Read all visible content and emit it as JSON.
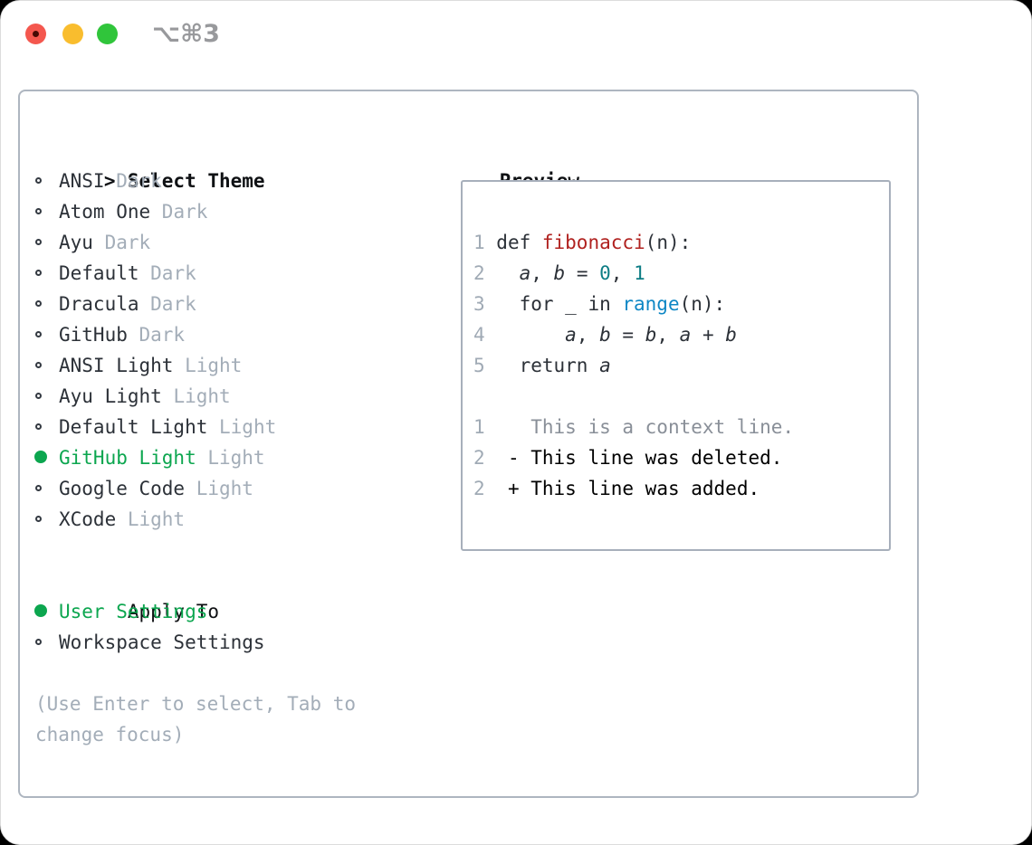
{
  "titlebar": {
    "shortcut": "⌥⌘3"
  },
  "theme_list": {
    "prompt": ">",
    "header": "Select Theme",
    "items": [
      {
        "name": "ANSI",
        "variant": "Dark",
        "selected": false
      },
      {
        "name": "Atom One",
        "variant": "Dark",
        "selected": false
      },
      {
        "name": "Ayu",
        "variant": "Dark",
        "selected": false
      },
      {
        "name": "Default",
        "variant": "Dark",
        "selected": false
      },
      {
        "name": "Dracula",
        "variant": "Dark",
        "selected": false
      },
      {
        "name": "GitHub",
        "variant": "Dark",
        "selected": false
      },
      {
        "name": "ANSI Light",
        "variant": "Light",
        "selected": false
      },
      {
        "name": "Ayu Light",
        "variant": "Light",
        "selected": false
      },
      {
        "name": "Default Light",
        "variant": "Light",
        "selected": false
      },
      {
        "name": "GitHub Light",
        "variant": "Light",
        "selected": true
      },
      {
        "name": "Google Code",
        "variant": "Light",
        "selected": false
      },
      {
        "name": "XCode",
        "variant": "Light",
        "selected": false
      }
    ]
  },
  "apply_to": {
    "header": "Apply To",
    "options": [
      {
        "label": "User Settings",
        "selected": true
      },
      {
        "label": "Workspace Settings",
        "selected": false
      }
    ]
  },
  "hints": [
    "(Use Enter to select, Tab to",
    "change focus)"
  ],
  "preview": {
    "header": "Preview",
    "code_lines": [
      [
        {
          "t": "1 ",
          "c": "ln"
        },
        {
          "t": "def ",
          "c": "fg"
        },
        {
          "t": "fibonacci",
          "c": "fn"
        },
        {
          "t": "(n):",
          "c": "fg"
        }
      ],
      [
        {
          "t": "2",
          "c": "ln"
        },
        {
          "t": "   ",
          "c": "fg"
        },
        {
          "t": "a",
          "c": "it"
        },
        {
          "t": ", ",
          "c": "fg"
        },
        {
          "t": "b",
          "c": "it"
        },
        {
          "t": " = ",
          "c": "fg"
        },
        {
          "t": "0",
          "c": "nm"
        },
        {
          "t": ", ",
          "c": "fg"
        },
        {
          "t": "1",
          "c": "nm"
        }
      ],
      [
        {
          "t": "3",
          "c": "ln"
        },
        {
          "t": "   for _ in ",
          "c": "fg"
        },
        {
          "t": "range",
          "c": "bl"
        },
        {
          "t": "(n):",
          "c": "fg"
        }
      ],
      [
        {
          "t": "4",
          "c": "ln"
        },
        {
          "t": "       ",
          "c": "fg"
        },
        {
          "t": "a",
          "c": "it"
        },
        {
          "t": ", ",
          "c": "fg"
        },
        {
          "t": "b",
          "c": "it"
        },
        {
          "t": " = ",
          "c": "fg"
        },
        {
          "t": "b",
          "c": "it"
        },
        {
          "t": ", ",
          "c": "fg"
        },
        {
          "t": "a",
          "c": "it"
        },
        {
          "t": " + ",
          "c": "fg"
        },
        {
          "t": "b",
          "c": "it"
        }
      ],
      [
        {
          "t": "5",
          "c": "ln"
        },
        {
          "t": "   return ",
          "c": "fg"
        },
        {
          "t": "a",
          "c": "it"
        }
      ],
      [],
      [
        {
          "t": "1",
          "c": "ln"
        },
        {
          "t": "    ",
          "c": "fg"
        },
        {
          "t": "This is a context line.",
          "c": "cx"
        }
      ],
      [
        {
          "t": "2",
          "c": "ln"
        },
        {
          "t": "  ",
          "c": "fg"
        },
        {
          "t": "- This line was deleted.",
          "c": "dl"
        }
      ],
      [
        {
          "t": "2",
          "c": "ln"
        },
        {
          "t": "  ",
          "c": "fg"
        },
        {
          "t": "+ This line was added.",
          "c": "ad"
        }
      ]
    ]
  },
  "colors": {
    "green": "#0ca64f",
    "add": "#00b713",
    "del": "#c92c1b",
    "fn": "#b0211f",
    "nm": "#0d7d85",
    "bl": "#0e87c5",
    "fg": "#2c3138",
    "muted": "#a3adb8",
    "ln": "#a0aab5",
    "cx": "#898f98",
    "header": "#0f1114",
    "ring": "#343a42",
    "panelBorder": "#aeb6c0",
    "boxBorder": "#a7afbb",
    "tlRed": "#f4574e",
    "tlRedDot": "#450a04",
    "tlYellow": "#f9bd2e",
    "tlGreen": "#30c53b",
    "title": "#98999c"
  }
}
